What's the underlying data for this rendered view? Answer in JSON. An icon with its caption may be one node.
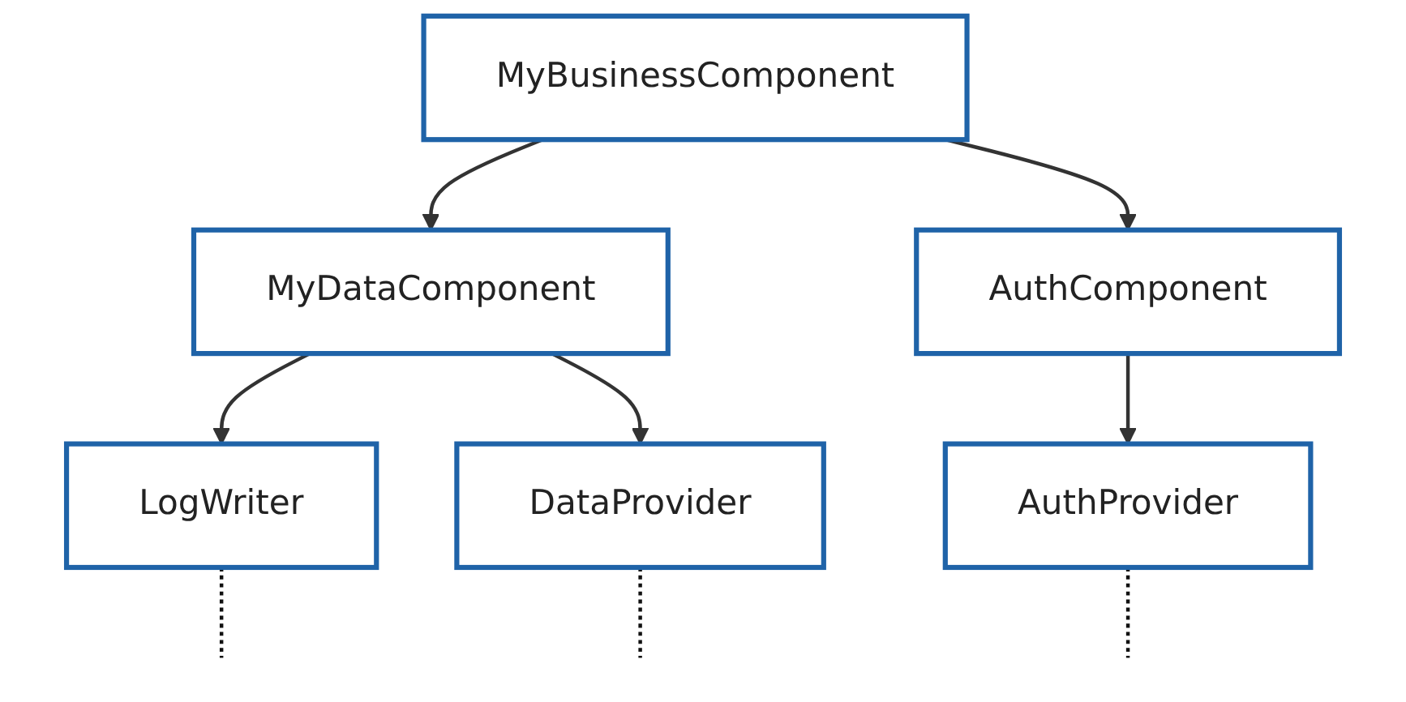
{
  "diagram": {
    "nodes": [
      {
        "text": [
          "MyBusinessComponent"
        ]
      },
      {
        "text": [
          "MyDataComponent"
        ]
      },
      {
        "text": [
          "AuthComponent"
        ]
      },
      {
        "text": [
          "LogWriter"
        ]
      },
      {
        "text": [
          "DataProvider"
        ]
      },
      {
        "text": [
          "AuthProvider"
        ]
      }
    ],
    "edges": [
      {
        "from": 0,
        "to": 1,
        "arrow": "to"
      },
      {
        "from": 0,
        "to": 2,
        "arrow": "to"
      },
      {
        "from": 1,
        "to": 3,
        "arrow": "to"
      },
      {
        "from": 1,
        "to": 4,
        "arrow": "to"
      },
      {
        "from": 2,
        "to": 5,
        "arrow": "to"
      },
      {
        "from": 3,
        "to": null,
        "arrow": "none",
        "style": "dashed"
      },
      {
        "from": 4,
        "to": null,
        "arrow": "none",
        "style": "dashed"
      },
      {
        "from": 5,
        "to": null,
        "arrow": "none",
        "style": "dashed"
      }
    ]
  }
}
